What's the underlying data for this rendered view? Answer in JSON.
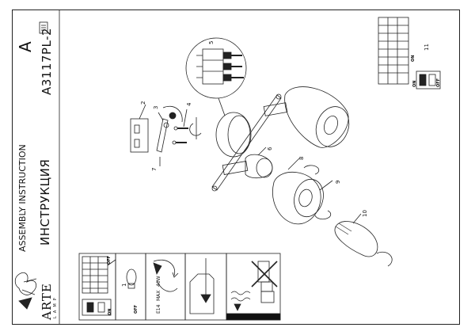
{
  "header": {
    "assembly_letter": "A",
    "model_code": "A3117PL-2",
    "instruction_en": "ASSEMBLY INSTRUCTION",
    "instruction_ru": "ИНСТРУКЦИЯ",
    "brand_name": "ARTE",
    "brand_sub": "LAMP"
  },
  "callouts": {
    "n1": "1",
    "n2": "2",
    "n3": "3",
    "n4": "4",
    "n5": "5",
    "n6": "6",
    "n7": "7",
    "n8": "8",
    "n9": "9",
    "n10": "10",
    "n11": "11"
  },
  "switch_labels": {
    "on": "ON",
    "off": "OFF"
  },
  "bulb_spec": {
    "socket": "E14",
    "max_label": "MAX",
    "wattage": "40W"
  }
}
